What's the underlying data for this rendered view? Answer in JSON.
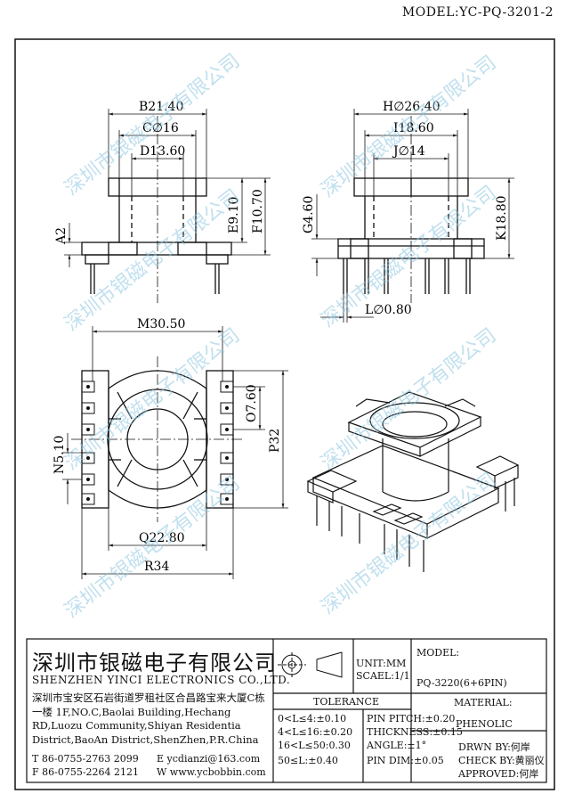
{
  "header": {
    "model": "MODEL:YC-PQ-3201-2"
  },
  "watermark": {
    "text": "深圳市银磁电子有限公司"
  },
  "dimensions": {
    "b": "B21.40",
    "c": "C∅16",
    "d": "D13.60",
    "e": "E9.10",
    "f": "F10.70",
    "a": "A2",
    "h": "H∅26.40",
    "i": "I18.60",
    "j": "J∅14",
    "g": "G4.60",
    "k": "K18.80",
    "l": "L∅0.80",
    "m": "M30.50",
    "o": "O7.60",
    "p": "P32",
    "n": "N5.10",
    "q": "Q22.80",
    "r": "R34"
  },
  "title_block": {
    "company_cn": "深圳市银磁电子有限公司",
    "company_en": "SHENZHEN YINCI ELECTRONICS CO.,LTD.",
    "address": "深圳市宝安区石岩街道罗租社区合昌路宝来大厦C栋一楼 1F,NO.C,Baolai Building,Hechang RD,Luozu Community,Shiyan Residentia District,BaoAn District,ShenZhen,P.R.China",
    "tel": "T 86-0755-2763 2099",
    "fax": "F 86-0755-2264 2121",
    "email": "E ycdianzi@163.com",
    "web": "W www.ycbobbin.com",
    "unit": "UNIT:MM",
    "scale": "SCAEL:1/1",
    "model_label": "MODEL:",
    "model_value": "PQ-3220(6+6PIN)",
    "tolerance_label": "TOLERANCE",
    "tol": [
      "0<L≤4:±0.10",
      "4<L≤16:±0.20",
      "16<L≤50:0.30",
      "50≤L:±0.40"
    ],
    "spec": [
      "PIN PITCH:±0.20",
      "THICKNESS:±0.15",
      "ANGLE:±1°",
      "PIN DIM:±0.05"
    ],
    "material_label": "MATERIAL:",
    "material_value": "PHENOLIC",
    "drawn": "DRWN BY:何岸",
    "check": "CHECK BY:黄丽仪",
    "approved": "APPROVED:何岸"
  }
}
